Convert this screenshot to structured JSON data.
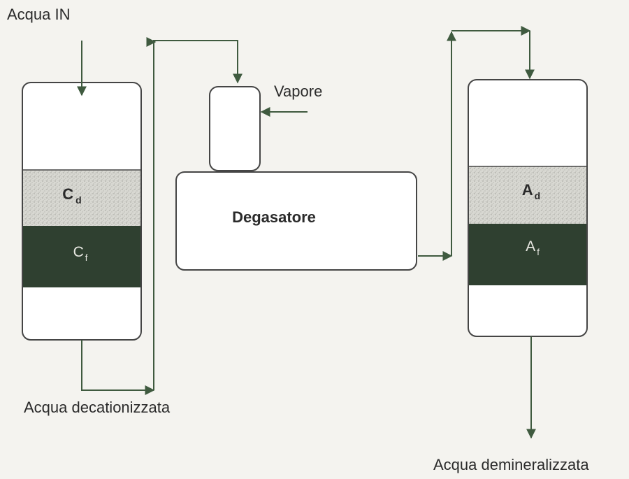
{
  "labels": {
    "water_in": "Acqua IN",
    "steam": "Vapore",
    "degasser": "Degasatore",
    "decationized_water": "Acqua decationizzata",
    "demineralized_water": "Acqua demineralizzata"
  },
  "cation_column": {
    "top_layer": {
      "letter": "C",
      "sub": "d"
    },
    "bottom_layer": {
      "letter": "C",
      "sub": "f"
    }
  },
  "anion_column": {
    "top_layer": {
      "letter": "A",
      "sub": "d"
    },
    "bottom_layer": {
      "letter": "A",
      "sub": "f"
    }
  },
  "colors": {
    "line": "#3f5a3f",
    "dark_resin": "#2f4030",
    "light_resin": "#d6d6d0",
    "vessel_stroke": "#454545"
  }
}
